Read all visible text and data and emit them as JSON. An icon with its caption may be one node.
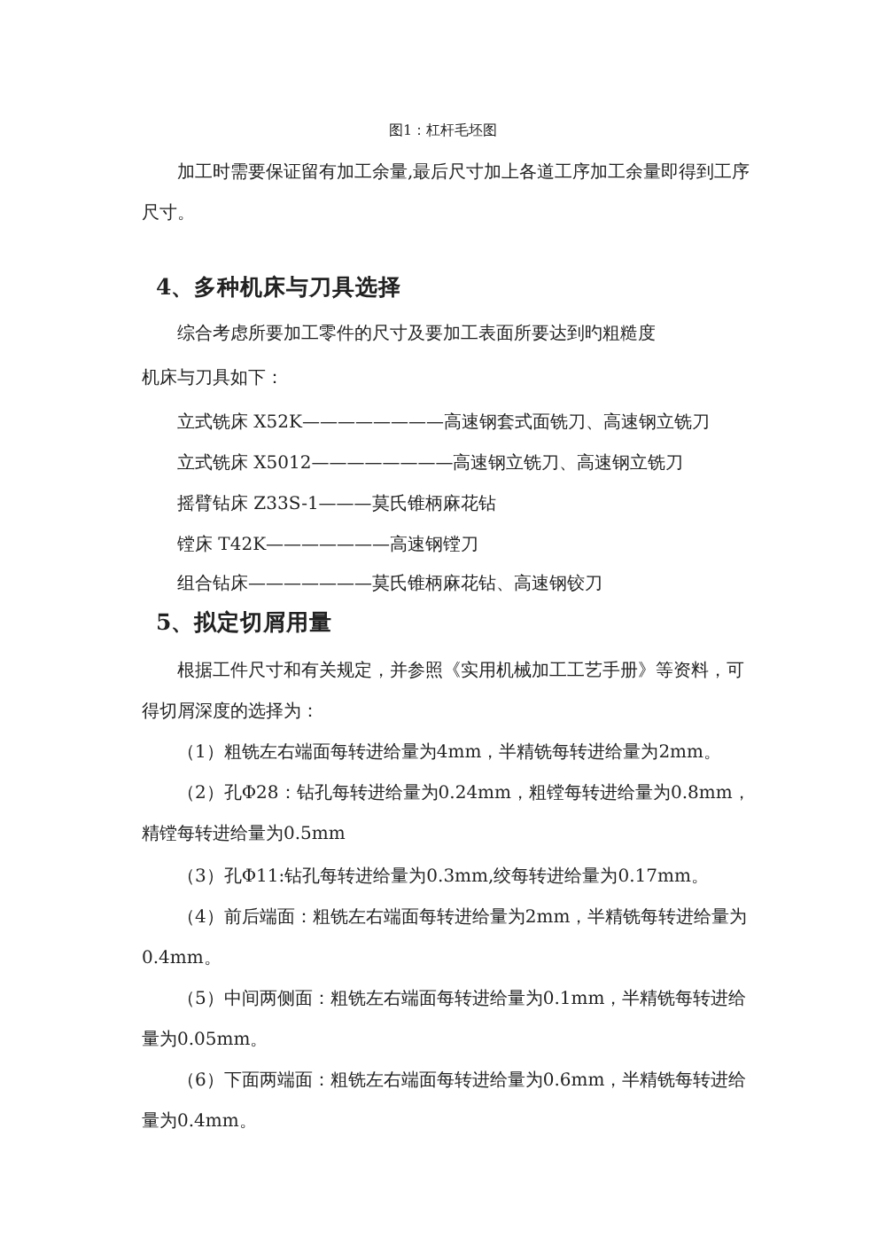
{
  "diagram": {
    "caption": "图1：杠杆毛坯图",
    "labels": [
      "加工时需要保证留有加工余量,最后尺寸加上各道工序加工余量即得到工序尺寸。",
      "4、多种机床与刀具选择",
      "综合考虑所要加工零件的尺寸及要加工表面所要达到旳粗糙度",
      "机床与刀具如下：",
      "立式铣床 X52K————————高速钢套式面铣刀、高速钢立铣刀",
      "立式铣床 X5012————————高速钢立铣刀、高速钢立铣刀",
      "摇臂钻床 Z33S-1———莫氏锥柄麻花钻",
      "镗床 T42K———————高速钢镗刀",
      "组合钻床———————莫氏锥柄麻花钻、高速钢铰刀",
      "5、拟定切屑用量",
      "根据工件尺寸和有关规定，并参照《实用机械加工工艺手册》等资料，可得切屑深度的选择为：",
      "（1）粗铣左右端面每转进给量为4mm，半精铣每转进给量为2mm。",
      "（2）孔Φ28：钻孔每转进给量为0.24mm，粗镗每转进给量为0.8mm，精镗每转进给量为0.5mm",
      "（3）孔Φ11:钻孔每转进给量为0.3mm,绞每转进给量为0.17mm。",
      "（4）前后端面：粗铣左右端面每转进给量为2mm，半精铣每转进给量为0.4mm。",
      "（5）中间两侧面：粗铣左右端面每转进给量为0.1mm，半精铣每转进给量为0.05mm。",
      "（6）下面两端面：粗铣左右端面每转进给量为0.6mm，半精铣每转进给量为0.4mm。"
    ]
  }
}
